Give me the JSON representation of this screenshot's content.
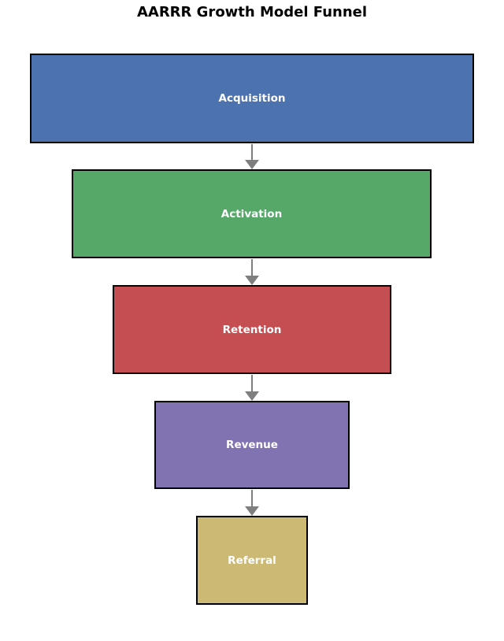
{
  "title": "AARRR Growth Model Funnel",
  "chart_data": {
    "type": "funnel",
    "title": "AARRR Growth Model Funnel",
    "orientation": "vertical-top-down",
    "stages": [
      {
        "label": "Acquisition",
        "color": "#4C72B0"
      },
      {
        "label": "Activation",
        "color": "#55A868"
      },
      {
        "label": "Retention",
        "color": "#C44E52"
      },
      {
        "label": "Revenue",
        "color": "#8172B2"
      },
      {
        "label": "Referral",
        "color": "#CCB974"
      }
    ],
    "connector": {
      "style": "arrow-down",
      "color": "#7f7f7f"
    },
    "text_color": "#ffffff",
    "border_color": "#000000",
    "background_color": "#ffffff"
  }
}
